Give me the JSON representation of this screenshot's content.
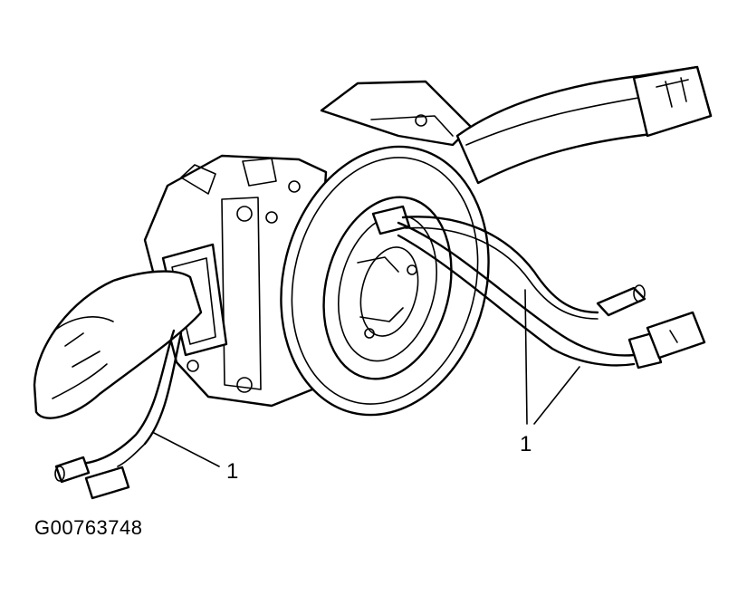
{
  "figure_id": "G00763748",
  "callouts": [
    {
      "label": "1"
    },
    {
      "label": "1"
    }
  ],
  "colors": {
    "line": "#000000",
    "background": "#ffffff"
  }
}
